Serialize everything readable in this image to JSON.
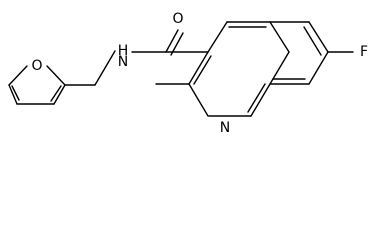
{
  "molecule": {
    "atoms": {
      "fluorine": "F",
      "nitrogen_ring": "N",
      "nitrogen_amide": "N",
      "hydrogen_amide": "H",
      "oxygen_carbonyl": "O",
      "oxygen_furan": "O"
    }
  }
}
